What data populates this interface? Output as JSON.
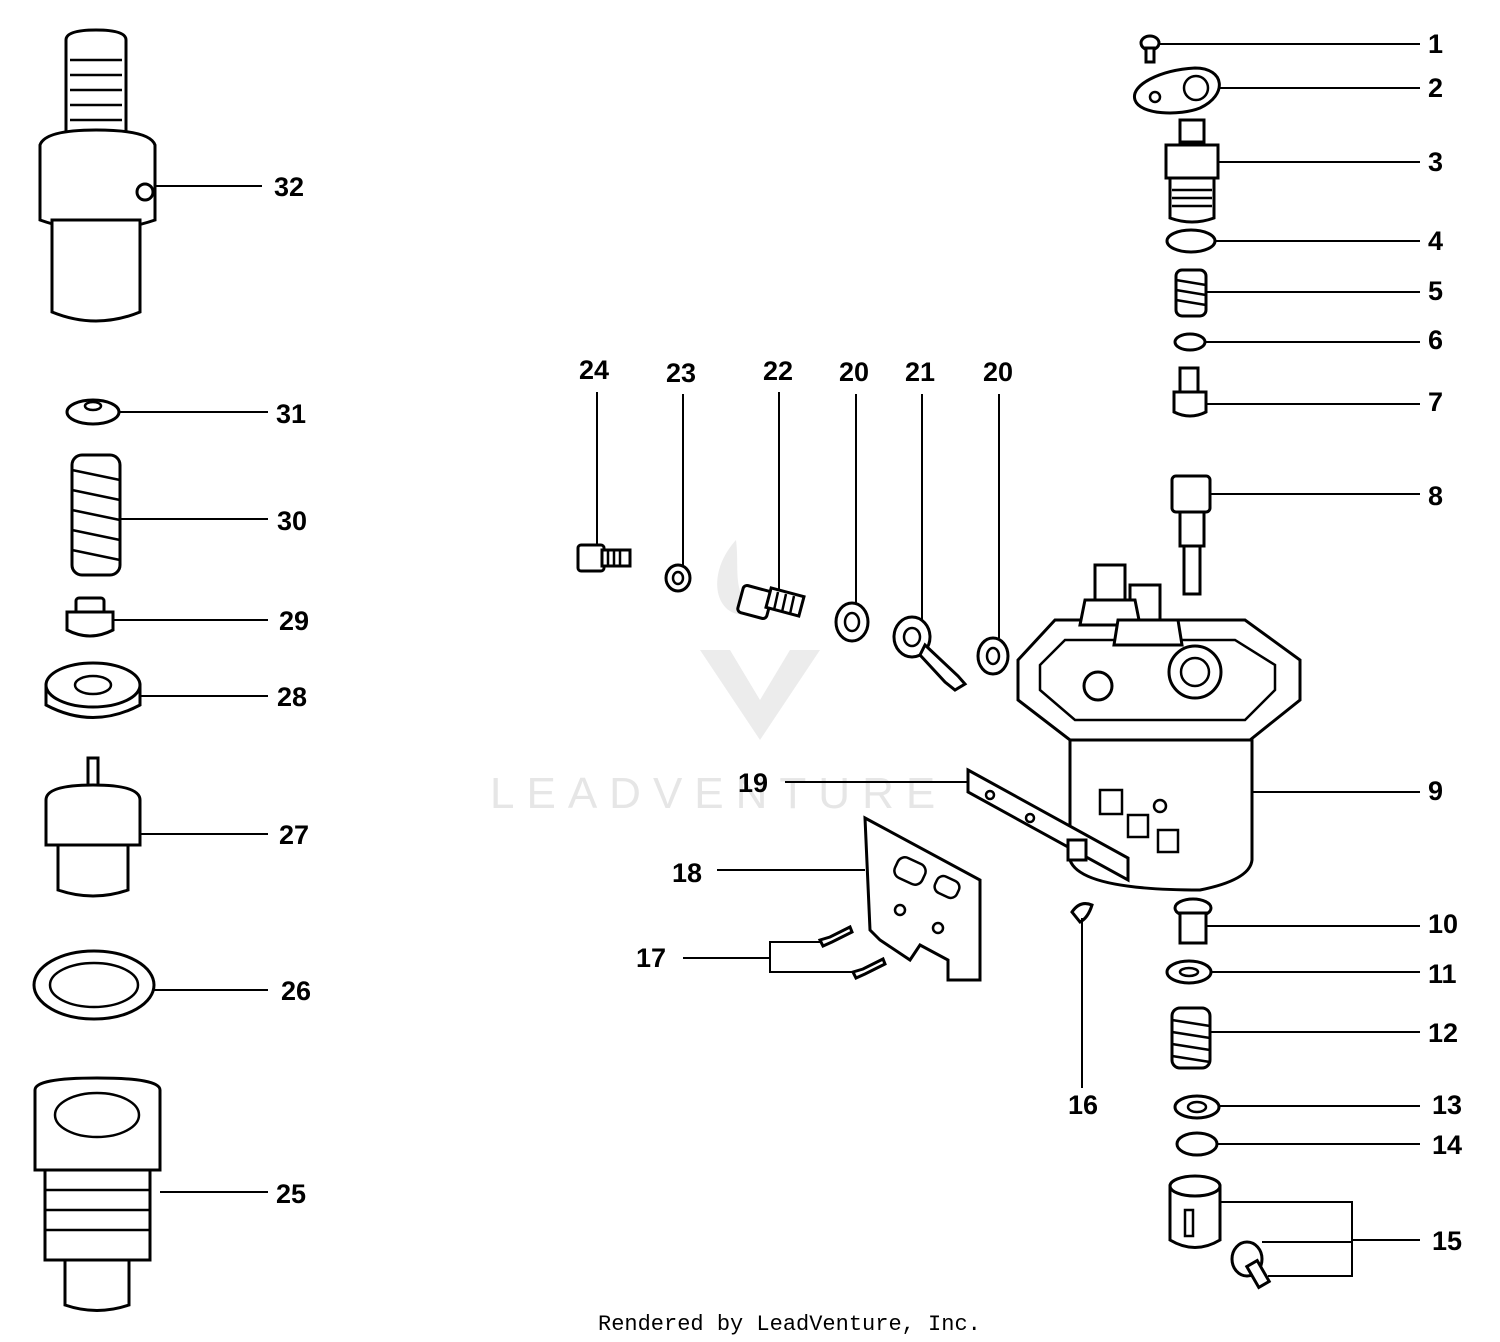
{
  "footer": "Rendered by LeadVenture, Inc.",
  "watermark": {
    "text": "LEADVENTURE"
  },
  "callouts": [
    "1",
    "2",
    "3",
    "4",
    "5",
    "6",
    "7",
    "8",
    "9",
    "10",
    "11",
    "12",
    "13",
    "14",
    "15",
    "16",
    "17",
    "18",
    "19",
    "20",
    "20",
    "21",
    "22",
    "23",
    "24",
    "25",
    "26",
    "27",
    "28",
    "29",
    "30",
    "31",
    "32"
  ],
  "colors": {
    "line": "#000000",
    "background": "#ffffff",
    "watermark": "#e6e6e6"
  }
}
